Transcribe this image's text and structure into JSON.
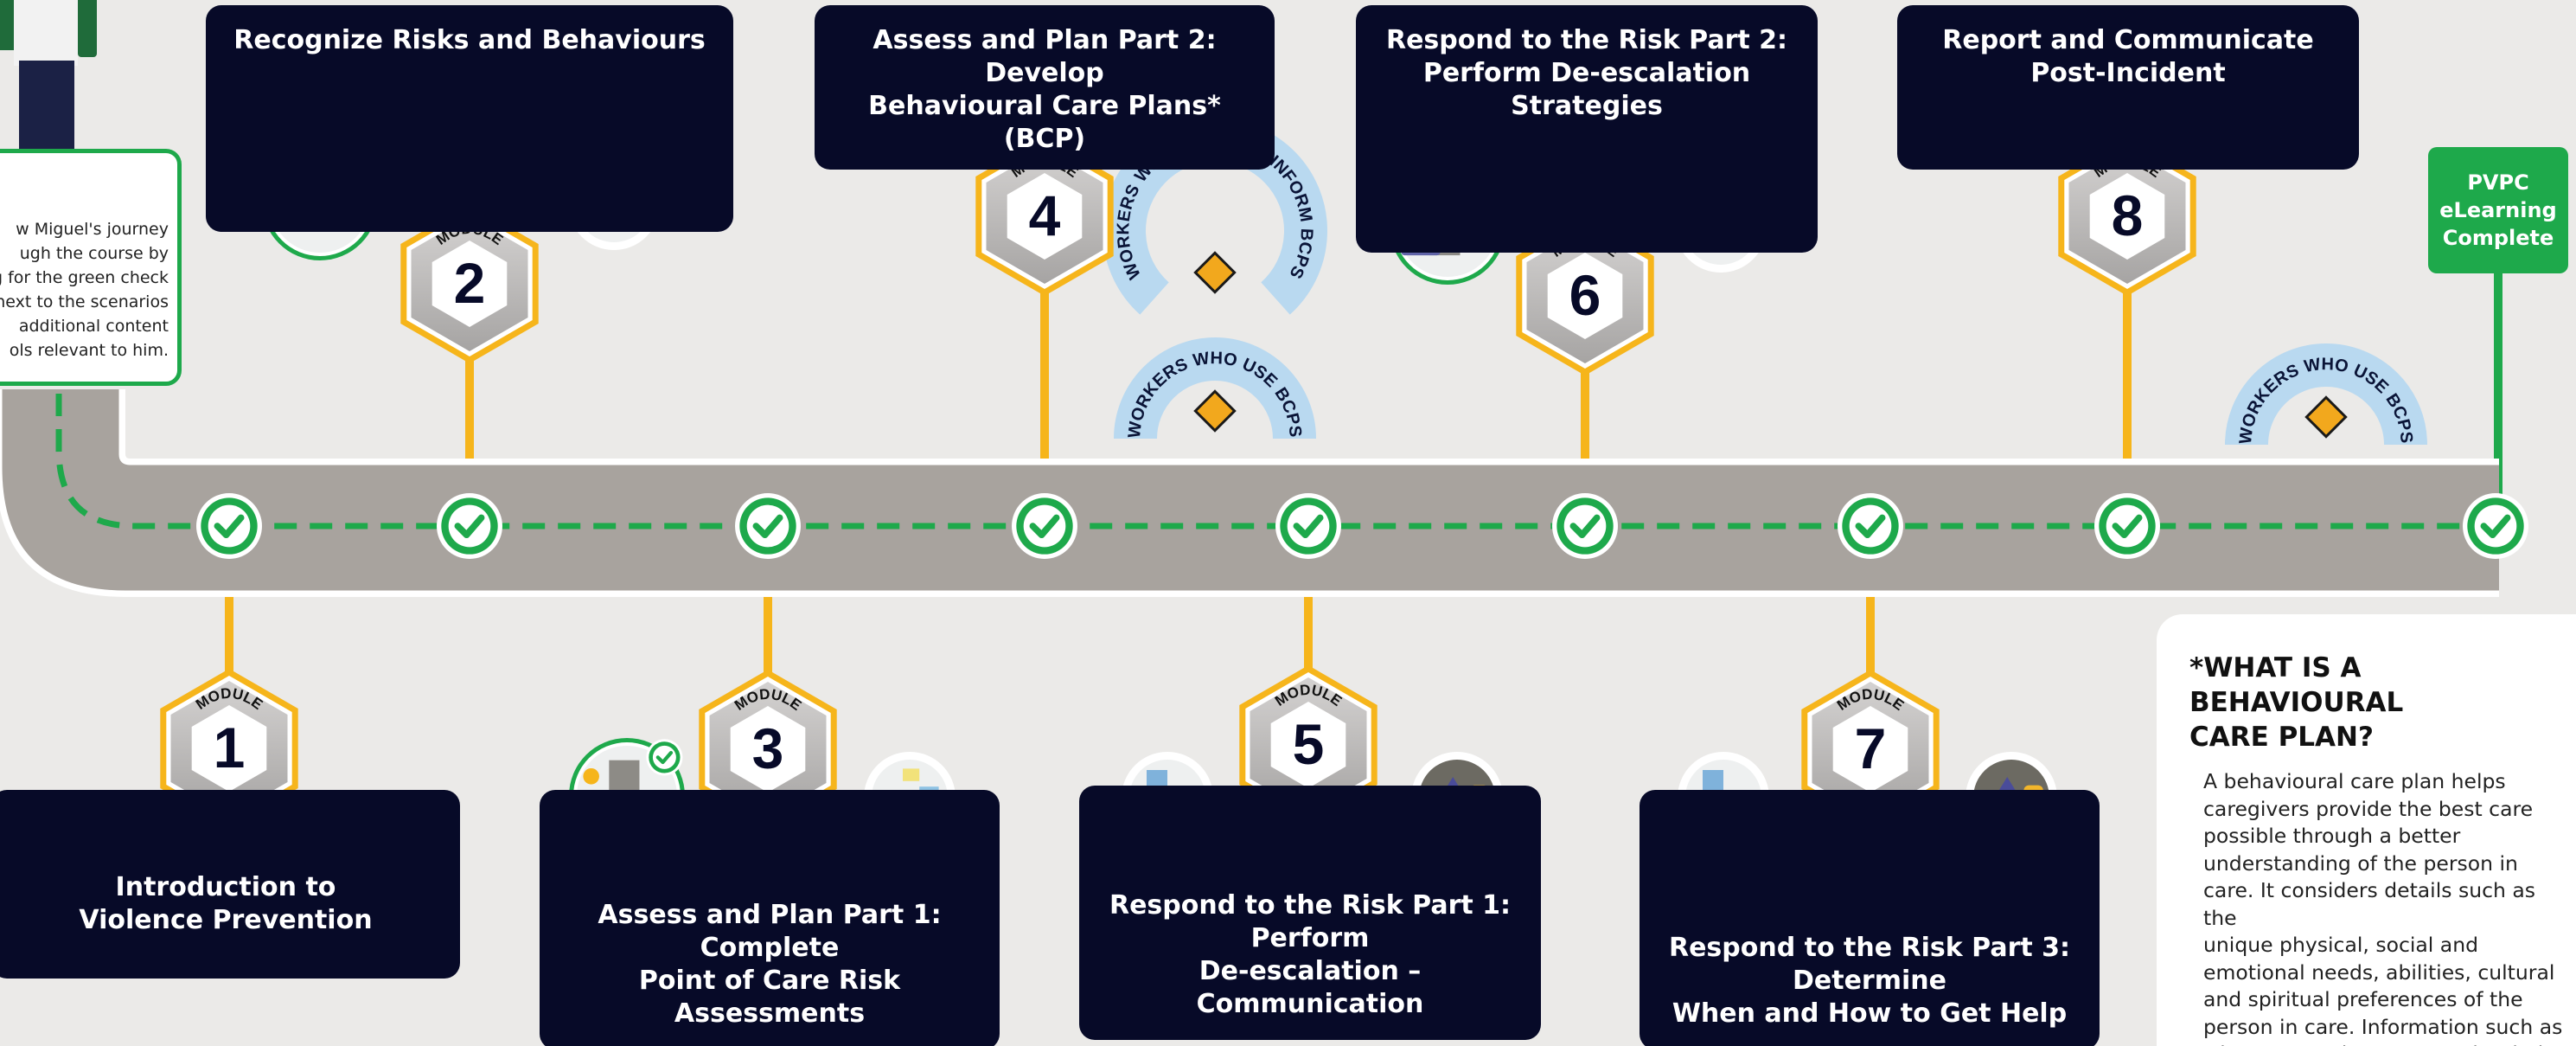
{
  "intro_text": "w Miguel's journey\nugh the course by\ng for the green check\nnext to the scenarios\nadditional content\nols relevant to him.",
  "module_word": "MODULE",
  "modules": [
    {
      "number": "1",
      "title": "Introduction to\nViolence Prevention"
    },
    {
      "number": "2",
      "title": "Recognize Risks and Behaviours"
    },
    {
      "number": "3",
      "title": "Assess and Plan Part 1: Complete\nPoint of Care Risk Assessments"
    },
    {
      "number": "4",
      "title": "Assess and Plan Part 2: Develop\nBehavioural Care Plans* (BCP)"
    },
    {
      "number": "5",
      "title": "Respond to the Risk Part 1: Perform\nDe-escalation – Communication"
    },
    {
      "number": "6",
      "title": "Respond to the Risk Part 2:\nPerform De-escalation Strategies"
    },
    {
      "number": "7",
      "title": "Respond to the Risk Part 3: Determine\nWhen and How to Get Help"
    },
    {
      "number": "8",
      "title": "Report and Communicate\nPost-Incident"
    }
  ],
  "arc_labels": {
    "create_inform": "WORKERS WHO CREATE & INFORM BCPS",
    "use_module4": "WORKERS WHO USE BCPS",
    "use_module8": "WORKERS WHO USE BCPS"
  },
  "completion_badge": "PVPC\neLearning\nComplete",
  "bcp_panel": {
    "title": "*WHAT IS A BEHAVIOURAL\n  CARE PLAN?",
    "body": "A behavioural care plan helps\ncaregivers provide the best care\npossible through a better\nunderstanding of the person in\ncare. It considers details such as the\nunique physical, social and\nemotional needs, abilities, cultural\nand spiritual preferences of the\nperson in care. Information such as\nwhat upsets the person, what helps\nthem calm down, and what to do if"
  },
  "icons": [
    "checkmark-icon",
    "room-scene-icon",
    "tent-scene-icon",
    "living-room-scene-icon",
    "bedroom-scene-icon",
    "diamond-icon",
    "person-figure-icon"
  ],
  "colors": {
    "background": "#ebeae8",
    "navy": "#070a28",
    "green": "#1ea94b",
    "module_gold": "#f6b51b",
    "road": "#a8a39e",
    "arc_blue": "#b9d9f0",
    "diamond": "#f2a81d"
  }
}
